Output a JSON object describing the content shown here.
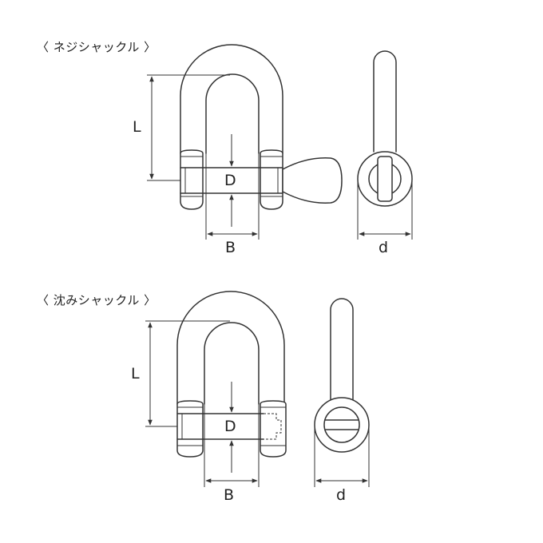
{
  "sections": [
    {
      "id": "screw-shackle",
      "heading": "〈 ネジシャックル 〉",
      "dims": {
        "L": "L",
        "D": "D",
        "B": "B",
        "d": "d"
      }
    },
    {
      "id": "sunk-shackle",
      "heading": "〈 沈みシャックル 〉",
      "dims": {
        "L": "L",
        "D": "D",
        "B": "B",
        "d": "d"
      }
    }
  ],
  "colors": {
    "line": "#333333",
    "background": "#ffffff"
  }
}
